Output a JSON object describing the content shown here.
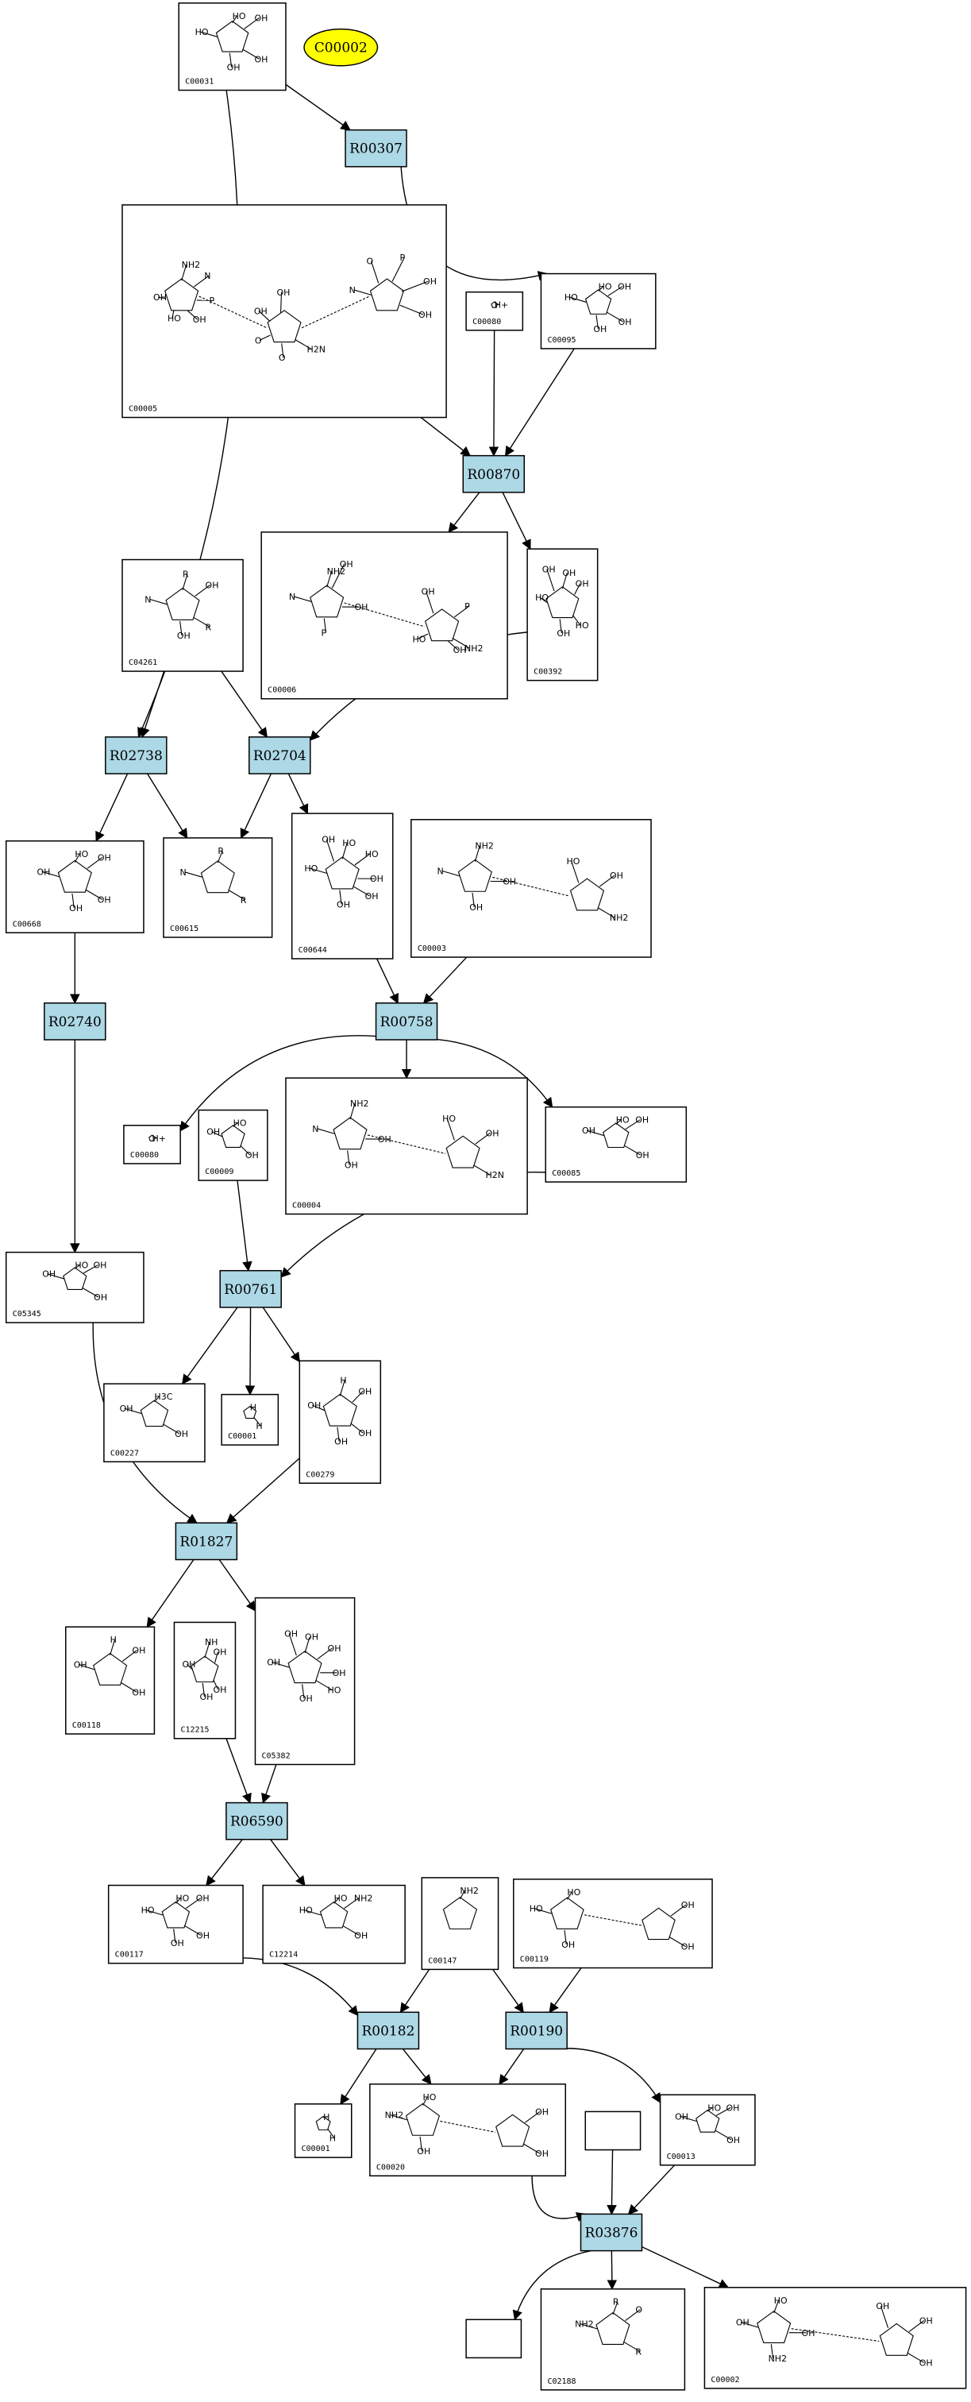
{
  "highlight": {
    "label": "C00002",
    "fill": "#ffff00"
  },
  "reaction_fill": "#add8e6",
  "compounds": [
    {
      "id": "C00031",
      "atoms": [
        "HO",
        "OH",
        "HO",
        "OH",
        "OH"
      ]
    },
    {
      "id": "C00005",
      "atoms": [
        "NH2",
        "H2N",
        "N",
        "N",
        "O",
        "O",
        "P",
        "O",
        "P",
        "OH",
        "OH",
        "OH",
        "HO",
        "OH",
        "OH",
        "OH"
      ]
    },
    {
      "id": "C00080",
      "atoms": [
        "H+"
      ]
    },
    {
      "id": "C00095",
      "atoms": [
        "HO",
        "OH",
        "HO",
        "OH",
        "OH"
      ]
    },
    {
      "id": "C00006",
      "atoms": [
        "NH2",
        "NH2",
        "N",
        "P",
        "P",
        "OH",
        "OH",
        "HO",
        "OH",
        "OH"
      ]
    },
    {
      "id": "C00392",
      "atoms": [
        "OH",
        "HO",
        "HO",
        "OH",
        "OH",
        "OH"
      ]
    },
    {
      "id": "C04261",
      "atoms": [
        "R",
        "R",
        "N",
        "OH",
        "OH"
      ]
    },
    {
      "id": "C00668",
      "atoms": [
        "HO",
        "OH",
        "OH",
        "OH",
        "OH"
      ]
    },
    {
      "id": "C00615",
      "atoms": [
        "R",
        "R",
        "N"
      ]
    },
    {
      "id": "C00644",
      "atoms": [
        "HO",
        "OH",
        "HO",
        "HO",
        "OH",
        "OH",
        "OH"
      ]
    },
    {
      "id": "C00003",
      "atoms": [
        "NH2",
        "NH2",
        "N",
        "OH",
        "OH",
        "HO",
        "OH"
      ]
    },
    {
      "id": "C00080",
      "atoms": [
        "H+"
      ]
    },
    {
      "id": "C00009",
      "atoms": [
        "HO",
        "OH",
        "OH"
      ]
    },
    {
      "id": "C00004",
      "atoms": [
        "NH2",
        "H2N",
        "N",
        "OH",
        "OH",
        "HO",
        "OH"
      ]
    },
    {
      "id": "C00085",
      "atoms": [
        "HO",
        "OH",
        "OH",
        "OH"
      ]
    },
    {
      "id": "C05345",
      "atoms": [
        "HO",
        "OH",
        "OH",
        "OH"
      ]
    },
    {
      "id": "C00227",
      "atoms": [
        "H3C",
        "OH",
        "OH"
      ]
    },
    {
      "id": "C00001",
      "atoms": [
        "H",
        "H"
      ]
    },
    {
      "id": "C00279",
      "atoms": [
        "H",
        "OH",
        "OH",
        "OH",
        "OH"
      ]
    },
    {
      "id": "C00118",
      "atoms": [
        "H",
        "OH",
        "OH",
        "OH"
      ]
    },
    {
      "id": "C12215",
      "atoms": [
        "NH",
        "OH",
        "OH",
        "OH",
        "OH"
      ]
    },
    {
      "id": "C05382",
      "atoms": [
        "OH",
        "HO",
        "OH",
        "OH",
        "OH",
        "OH",
        "OH"
      ]
    },
    {
      "id": "C00117",
      "atoms": [
        "HO",
        "OH",
        "HO",
        "OH",
        "OH"
      ]
    },
    {
      "id": "C12214",
      "atoms": [
        "HO",
        "OH",
        "HO",
        "NH2"
      ]
    },
    {
      "id": "C00147",
      "atoms": [
        "NH2"
      ]
    },
    {
      "id": "C00119",
      "atoms": [
        "HO",
        "OH",
        "HO",
        "OH",
        "OH"
      ]
    },
    {
      "id": "C00001",
      "atoms": [
        "H",
        "H"
      ]
    },
    {
      "id": "C00020",
      "atoms": [
        "HO",
        "OH",
        "NH2",
        "OH",
        "OH"
      ]
    },
    {
      "id": "C00013",
      "atoms": [
        "HO",
        "OH",
        "OH",
        "OH"
      ]
    },
    {
      "id": "C02188",
      "atoms": [
        "R",
        "R",
        "NH2",
        "O"
      ]
    },
    {
      "id": "C00002",
      "atoms": [
        "HO",
        "OH",
        "OH",
        "OH",
        "NH2",
        "OH",
        "OH"
      ]
    },
    {
      "id": "",
      "atoms": []
    },
    {
      "id": "",
      "atoms": []
    }
  ],
  "reactions": [
    "R00307",
    "R00870",
    "R02738",
    "R02704",
    "R02740",
    "R00758",
    "R00761",
    "R01827",
    "R06590",
    "R00182",
    "R00190",
    "R03876"
  ]
}
